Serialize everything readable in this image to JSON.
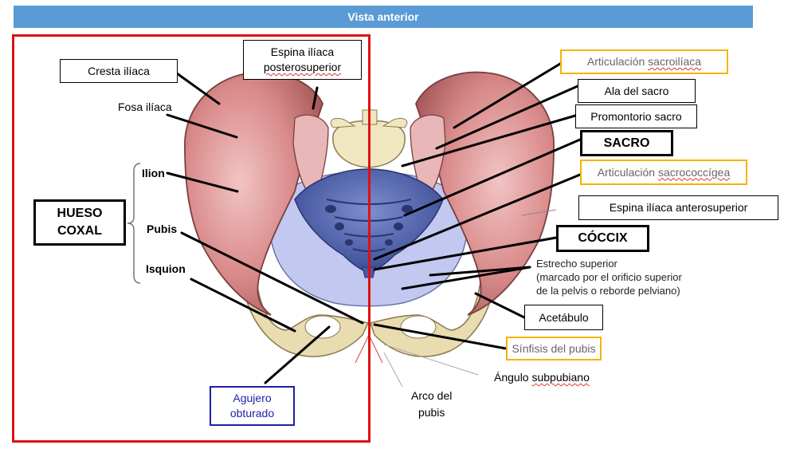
{
  "title": "Vista anterior",
  "labels": {
    "cresta_iliaca": "Cresta ilíaca",
    "espina_posterosuperior_1": "Espina ilíaca",
    "espina_posterosuperior_2": "posterosuperior",
    "fosa_iliaca": "Fosa ilíaca",
    "ilion": "Ilion",
    "pubis": "Pubis",
    "isquion": "Isquion",
    "hueso_coxal_1": "HUESO",
    "hueso_coxal_2": "COXAL",
    "agujero_1": "Agujero",
    "agujero_2": "obturado",
    "art_sacroiliaca_1": "Articulación ",
    "art_sacroiliaca_2": "sacroilíaca",
    "ala_sacro": "Ala del sacro",
    "promontorio": "Promontorio sacro",
    "sacro": "SACRO",
    "art_sacrococcigea_1": "Articulación ",
    "art_sacrococcigea_2": "sacrococcígea",
    "espina_anterosuperior": "Espina ilíaca anterosuperior",
    "coccix": "CÓCCIX",
    "estrecho_1": "Estrecho superior",
    "estrecho_2": "(marcado por el orificio superior",
    "estrecho_3": "de la pelvis o reborde pelviano)",
    "acetabulo": "Acetábulo",
    "sinfisis": "Sínfisis del pubis",
    "angulo_1": "Ángulo ",
    "angulo_2": "subpubiano",
    "arco_1": "Arco del",
    "arco_2": "pubis"
  },
  "colors": {
    "title_bg": "#5b9bd5",
    "frame_red": "#e01010",
    "gold_border": "#f5b300",
    "blue_border": "#1f1fa8",
    "bone_pink": "#d98a8a",
    "sacrum_blue": "#5b6fb5",
    "inlet_lavender": "#c2c8f0",
    "ischium_cream": "#e8dcb0"
  }
}
